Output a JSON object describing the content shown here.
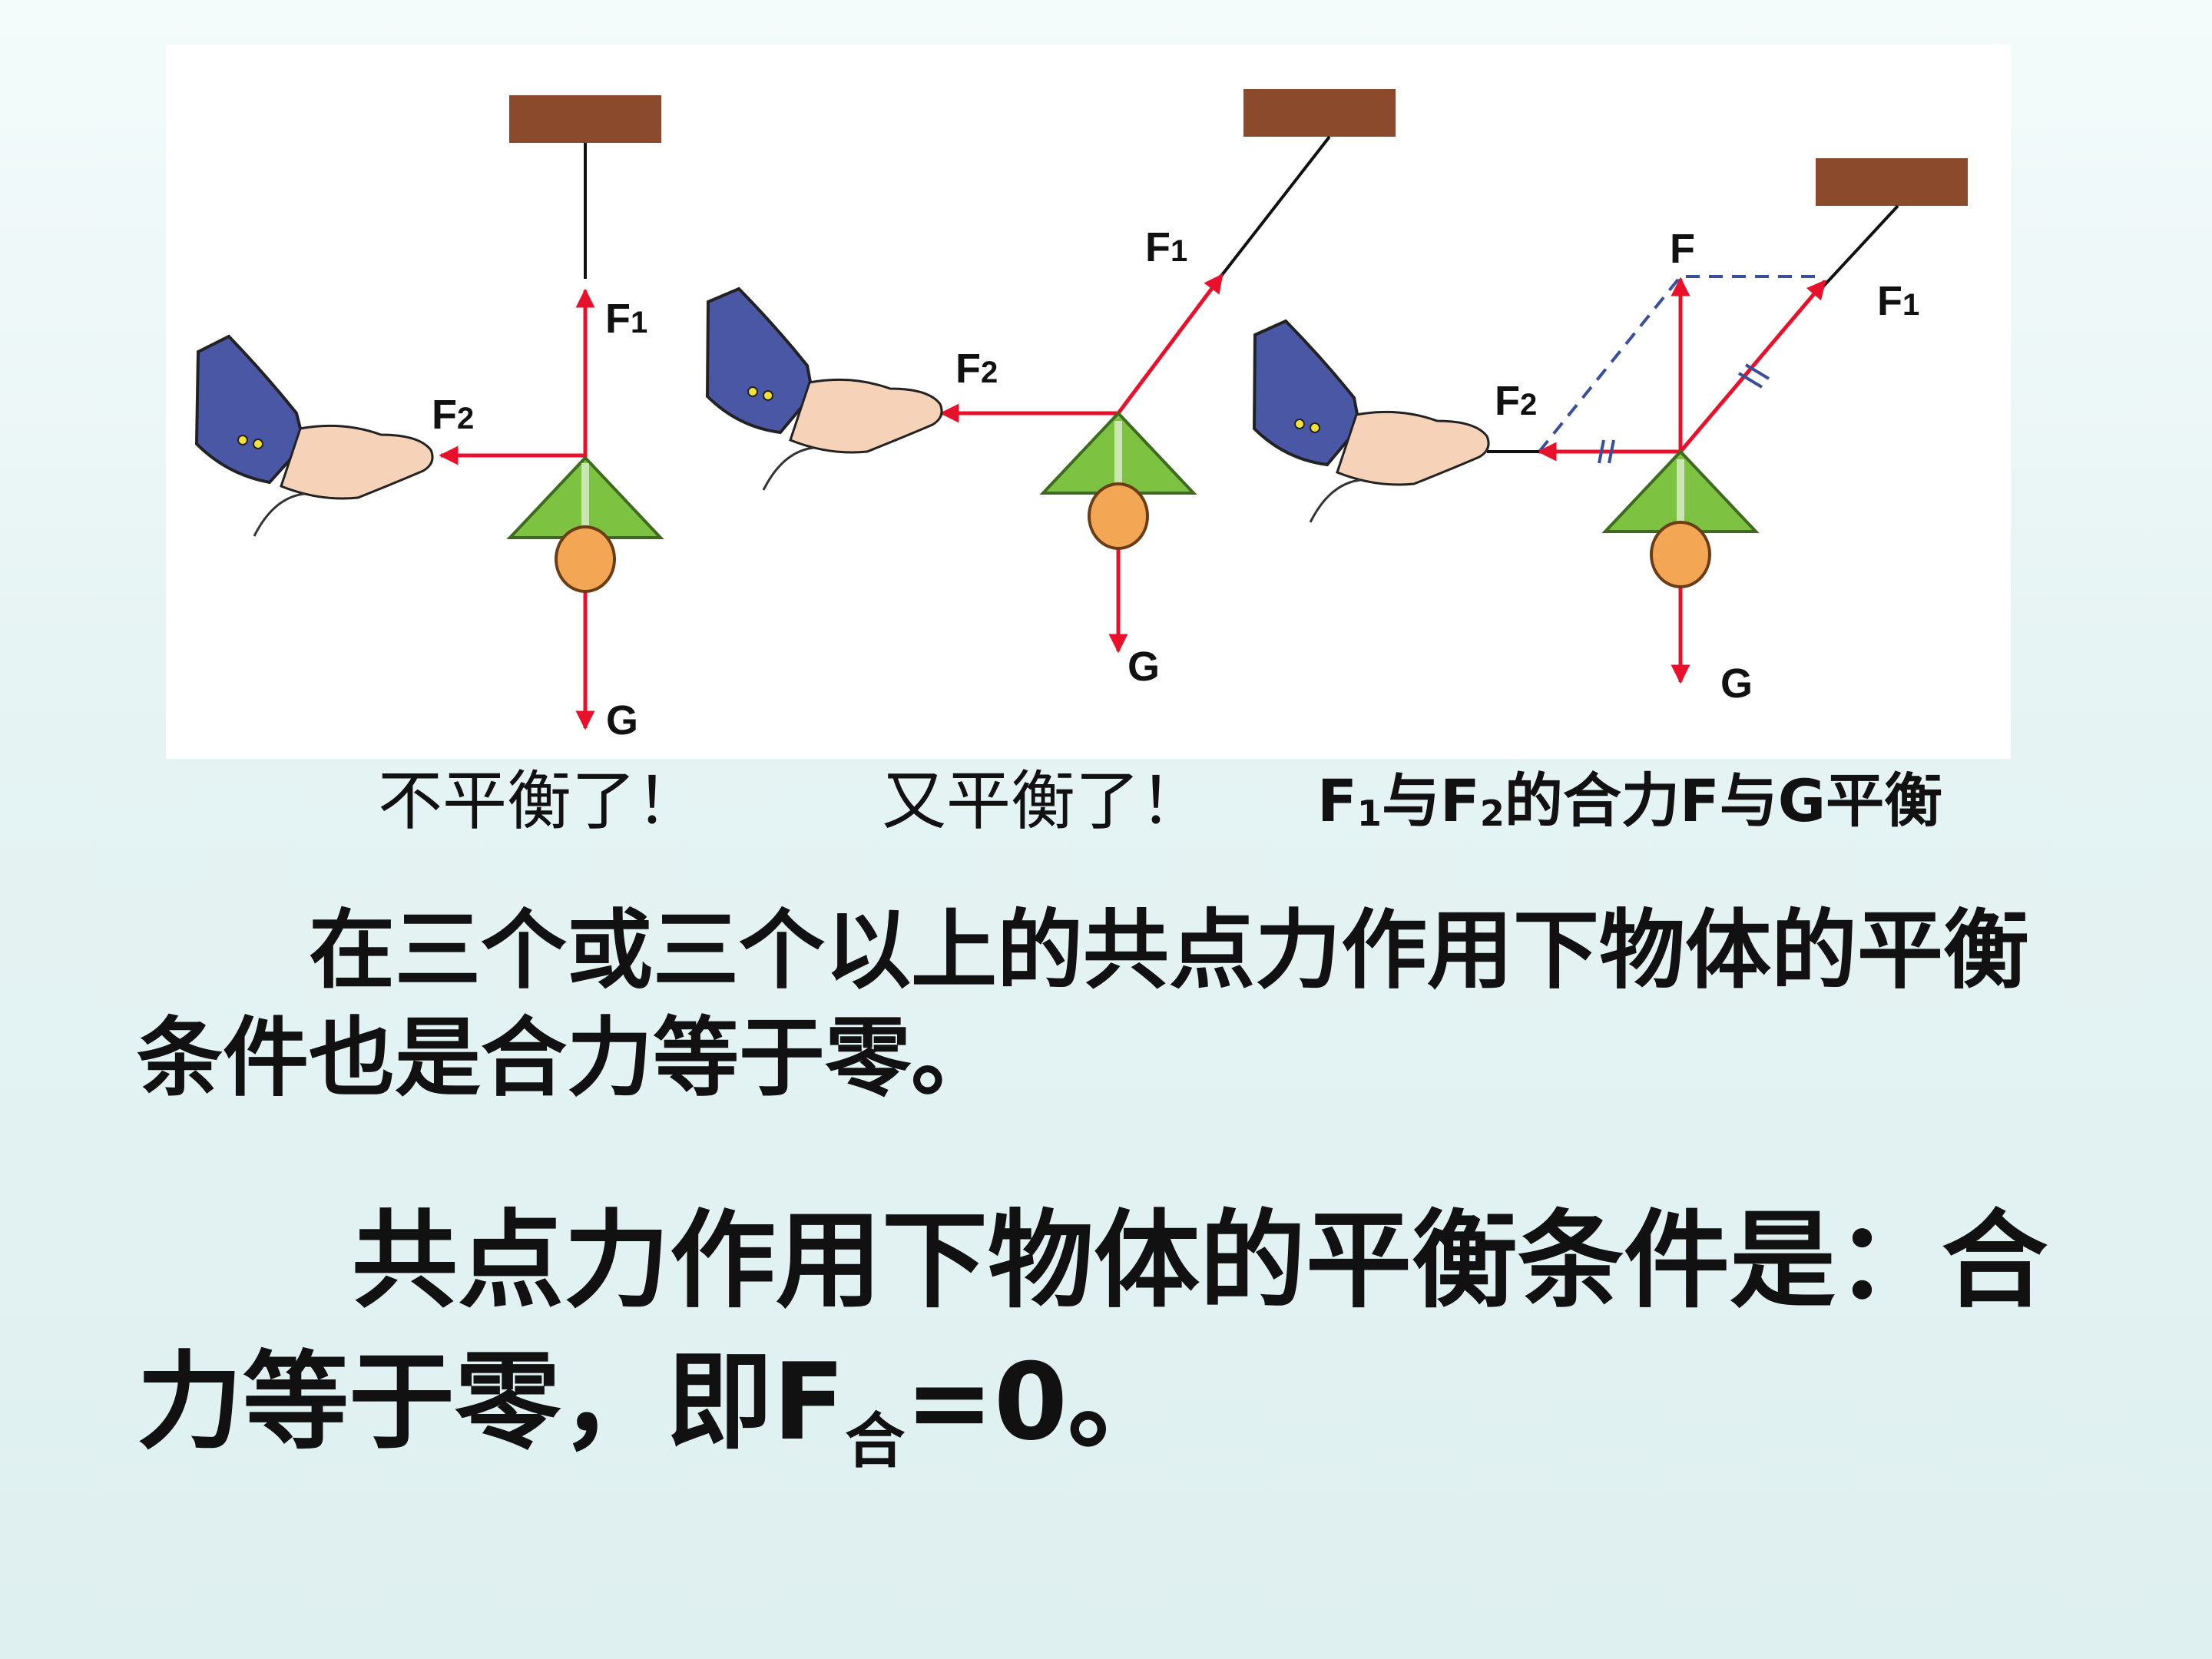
{
  "figure": {
    "panels": [
      {
        "id": "left",
        "labels": {
          "f1": "F",
          "f1_sub": "1",
          "f2": "F",
          "f2_sub": "2",
          "g": "G"
        },
        "caption": "不平衡了！"
      },
      {
        "id": "middle",
        "labels": {
          "f1": "F",
          "f1_sub": "1",
          "f2": "F",
          "f2_sub": "2",
          "g": "G"
        },
        "caption": "又平衡了！"
      },
      {
        "id": "right",
        "labels": {
          "f": "F",
          "f1": "F",
          "f1_sub": "1",
          "f2": "F",
          "f2_sub": "2",
          "g": "G"
        },
        "caption": {
          "p1": "F",
          "s1": "1",
          "p2": "与F",
          "s2": "2",
          "p3": "的合力F与G平衡"
        }
      }
    ],
    "colors": {
      "force_arrow": "#e8102a",
      "string": "#111111",
      "ceiling": "#8b4a2b",
      "lamp_shade": "#7dc241",
      "bulb": "#f3a654",
      "sleeve": "#4a57a5",
      "hand": "#f6d3b8",
      "parallelogram": "#3a4f9c"
    }
  },
  "text": {
    "condition": "在三个或三个以上的共点力作用下物体的平衡条件也是合力等于零。",
    "summary_main": "共点力作用下物体的平衡条件是：合力等于零，即F",
    "summary_sub": "合",
    "summary_end": "=0。"
  }
}
